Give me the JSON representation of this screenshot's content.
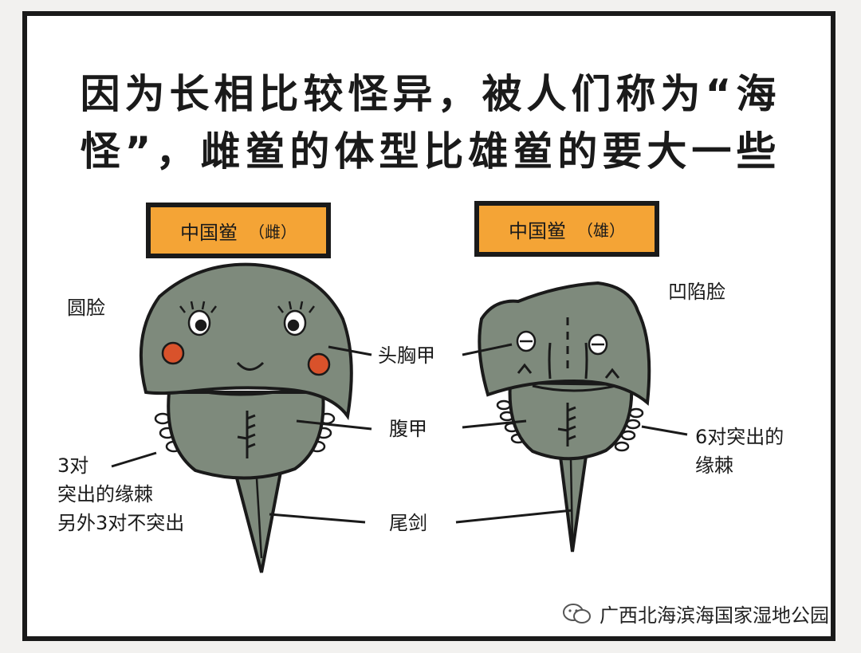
{
  "title_line1": "因为长相比较怪异，被人们称为“海",
  "title_line2": "怪”，雌鲎的体型比雄鲎的要大一些",
  "female": {
    "label": "中国鲎",
    "sex": "（雌）",
    "face": "圆脸",
    "spines": [
      "3对",
      "突出的缘棘",
      "另外3对不突出"
    ]
  },
  "male": {
    "label": "中国鲎",
    "sex": "（雄）",
    "face": "凹陷脸",
    "spines": [
      "6对突出的",
      "缘棘"
    ]
  },
  "parts": {
    "head": "头胸甲",
    "abdomen": "腹甲",
    "tail": "尾剑"
  },
  "footer": {
    "text": "广西北海滨海国家湿地公园",
    "icon": "wechat-icon"
  },
  "colors": {
    "body": "#7e8a7c",
    "label_bg": "#f4a436",
    "cheek": "#d9522b",
    "outline": "#1a1a1a"
  }
}
